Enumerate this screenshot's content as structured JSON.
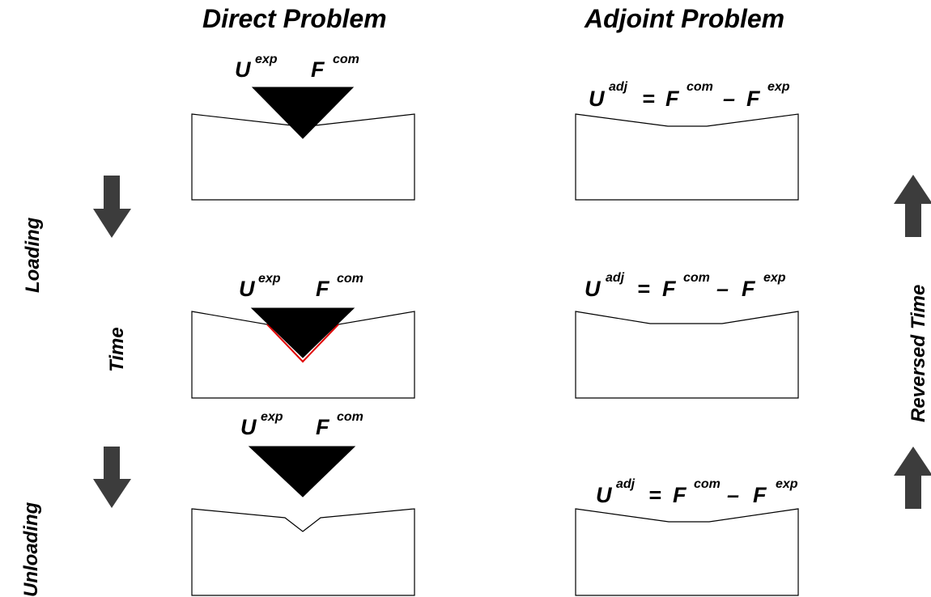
{
  "headers": {
    "direct": "Direct  Problem",
    "adjoint": "Adjoint Problem"
  },
  "side_labels": {
    "loading": "Loading",
    "time": "Time",
    "unloading": "Unloading",
    "reversed_time": "Reversed Time"
  },
  "direct_labels": {
    "U": "U",
    "U_sup": "exp",
    "F": "F",
    "F_sup": "com"
  },
  "adjoint_labels": {
    "U": "U",
    "U_sup": "adj",
    "eq": "=",
    "F1": "F",
    "F1_sup": "com",
    "minus": "–",
    "F2": "F",
    "F2_sup": "exp"
  },
  "colors": {
    "contact_line": "#e00000",
    "arrow": "#3c3c3c"
  },
  "icons": {
    "down_arrow": "arrow-down-icon",
    "up_arrow": "arrow-up-icon"
  }
}
